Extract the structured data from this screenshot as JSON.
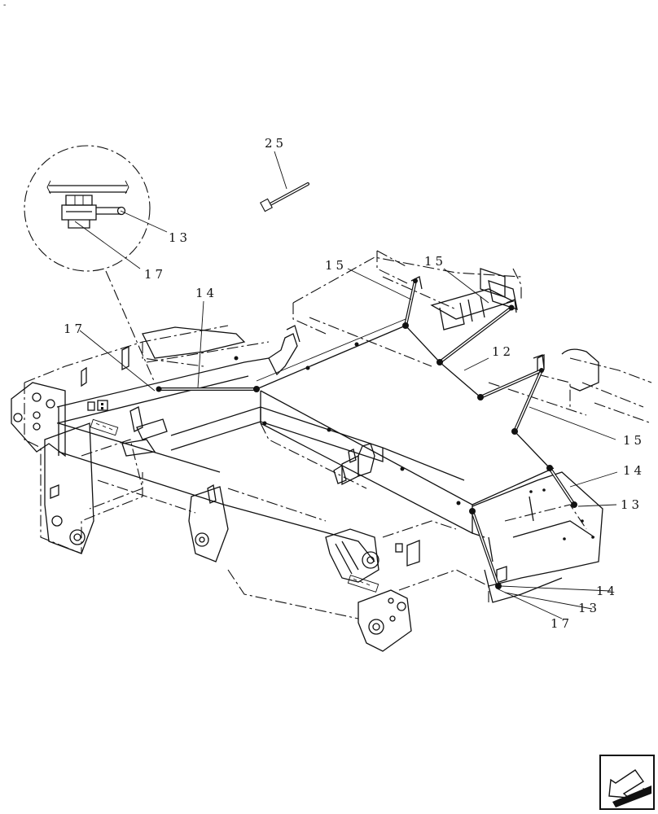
{
  "callouts": {
    "c25": "25",
    "c13_detail": "13",
    "c17_detail": "17",
    "c15_a": "15",
    "c15_b": "15",
    "c14_left": "14",
    "c17_left": "17",
    "c12": "12",
    "c15_right": "15",
    "c14_right": "14",
    "c13_right": "13",
    "c14_bottom": "14",
    "c13_bottom": "13",
    "c17_bottom": "17"
  },
  "corner_mark": "-",
  "nav_icon": "previous-page-arrow-icon"
}
